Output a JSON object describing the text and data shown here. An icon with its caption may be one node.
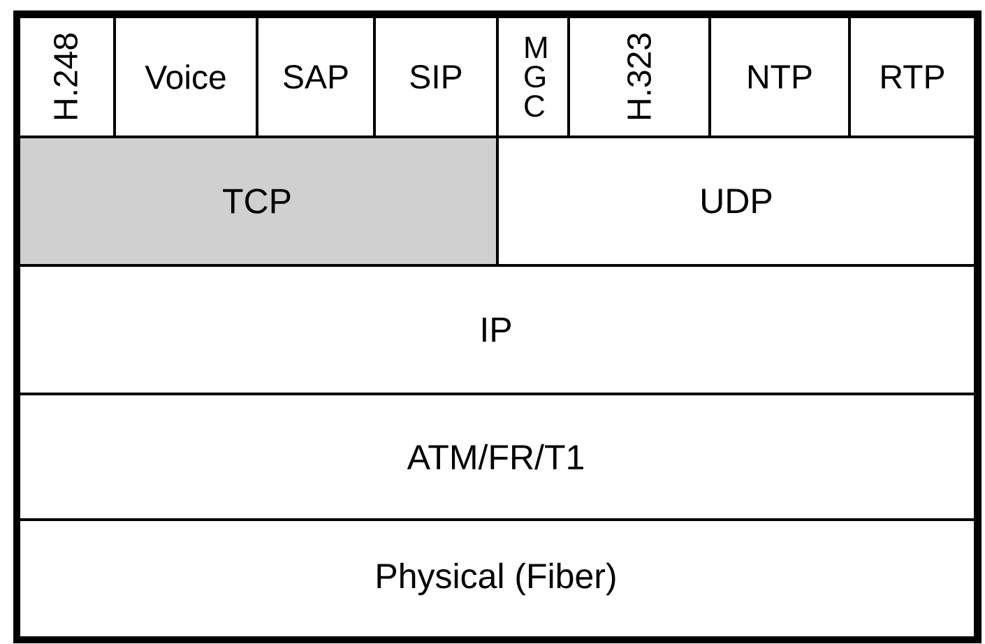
{
  "diagram": {
    "nodes": [
      {
        "text": [
          "H.248"
        ]
      },
      {
        "text": [
          "Voice"
        ]
      },
      {
        "text": [
          "SAP"
        ]
      },
      {
        "text": [
          "SIP"
        ]
      },
      {
        "text": [
          "M G C"
        ]
      },
      {
        "text": [
          "H.323"
        ]
      },
      {
        "text": [
          "NTP"
        ]
      },
      {
        "text": [
          "RTP"
        ]
      },
      {
        "text": [
          "TCP"
        ]
      },
      {
        "text": [
          "UDP"
        ]
      },
      {
        "text": [
          "IP"
        ]
      },
      {
        "text": [
          "ATM/FR/T1"
        ]
      },
      {
        "text": [
          "Physical (Fiber)"
        ]
      }
    ]
  }
}
